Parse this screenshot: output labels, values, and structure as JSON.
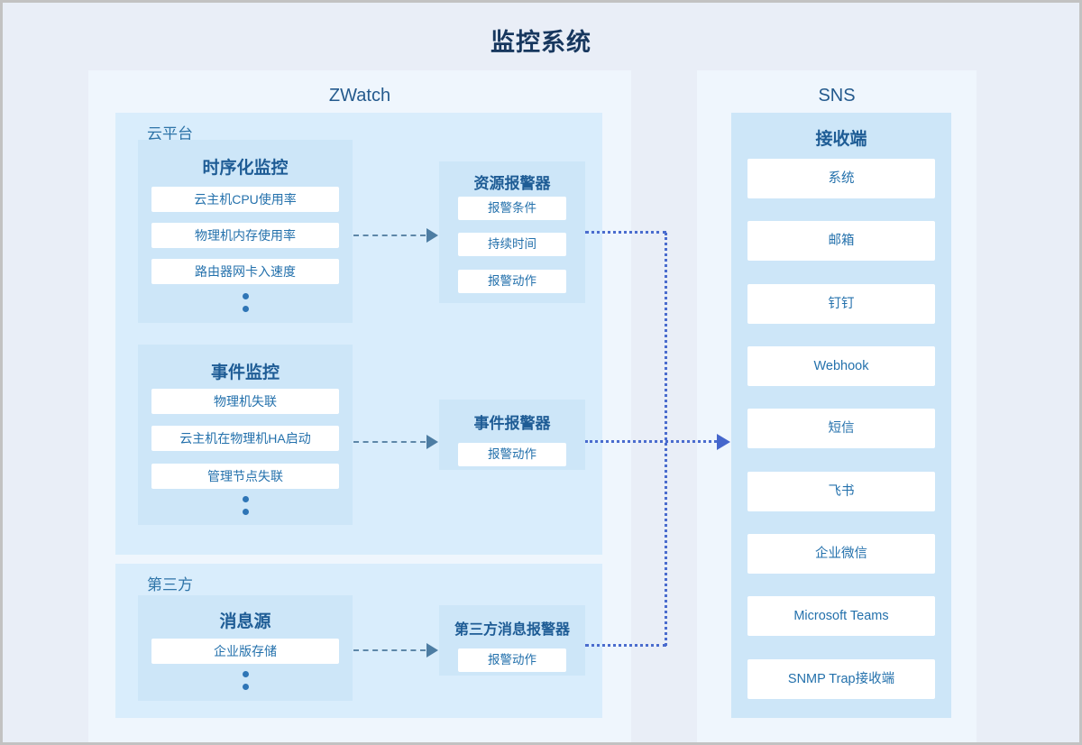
{
  "title": "监控系统",
  "zwatch": {
    "label": "ZWatch",
    "cloud_platform": {
      "label": "云平台",
      "ts_monitor": {
        "title": "时序化监控",
        "items": [
          "云主机CPU使用率",
          "物理机内存使用率",
          "路由器网卡入速度"
        ]
      },
      "resource_alarm": {
        "title": "资源报警器",
        "items": [
          "报警条件",
          "持续时间",
          "报警动作"
        ]
      },
      "event_monitor": {
        "title": "事件监控",
        "items": [
          "物理机失联",
          "云主机在物理机HA启动",
          "管理节点失联"
        ]
      },
      "event_alarm": {
        "title": "事件报警器",
        "items": [
          "报警动作"
        ]
      }
    },
    "third_party": {
      "label": "第三方",
      "message_source": {
        "title": "消息源",
        "items": [
          "企业版存储"
        ]
      },
      "third_party_alarm": {
        "title": "第三方消息报警器",
        "items": [
          "报警动作"
        ]
      }
    }
  },
  "sns": {
    "label": "SNS",
    "receiver": {
      "title": "接收端",
      "items": [
        "系统",
        "邮箱",
        "钉钉",
        "Webhook",
        "短信",
        "飞书",
        "企业微信",
        "Microsoft Teams",
        "SNMP Trap接收端"
      ]
    }
  },
  "icons": {
    "ellipsis_dots": "vertical-ellipsis",
    "arrow_right": "solid-triangle-right"
  },
  "colors": {
    "page_background": "#e9eef7",
    "frame_border": "#c2c2c2",
    "panel": "#eff6fd",
    "section": "#d9edfc",
    "block": "#cde6f8",
    "item_background": "#ffffff",
    "title_text": "#17375e",
    "heading_text": "#245a8d",
    "section_label_text": "#2e74a8",
    "block_title_text": "#1e5c95",
    "item_text": "#2471ac",
    "dashed_arrow": "#5d87a8",
    "dotted_connector": "#4a6cce",
    "ellipsis_dot": "#2e75b6"
  }
}
